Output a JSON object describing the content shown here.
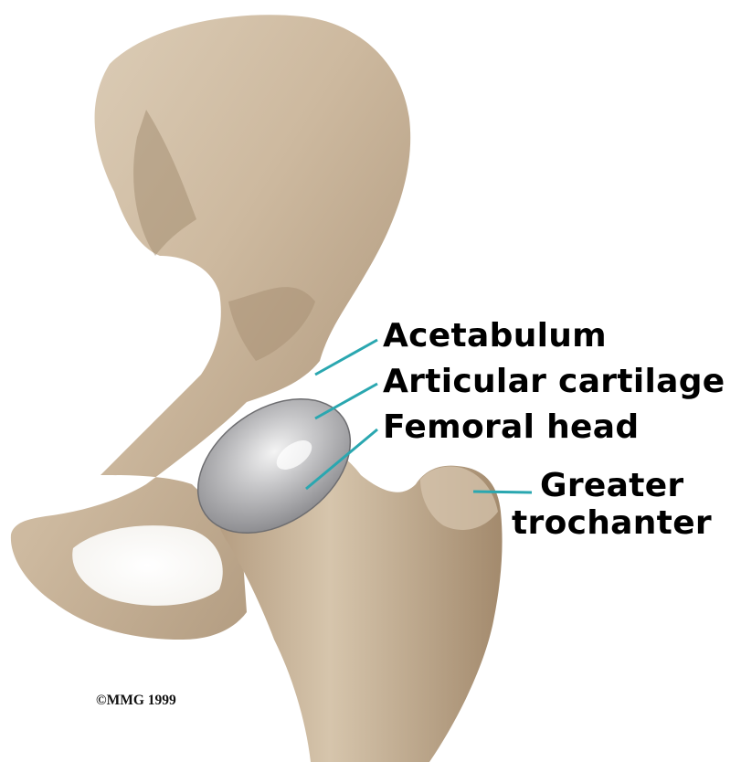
{
  "labels": {
    "acetabulum": "Acetabulum",
    "articular_cartilage": "Articular cartilage",
    "femoral_head": "Femoral head",
    "greater_trochanter_line1": "Greater",
    "greater_trochanter_line2": "trochanter"
  },
  "copyright": "©MMG 1999",
  "colors": {
    "bone": "#cbb8a0",
    "bone_shadow": "#8a735a",
    "cartilage": "#b4b4b6",
    "leader_line": "#2aa7b0",
    "text": "#000000"
  }
}
